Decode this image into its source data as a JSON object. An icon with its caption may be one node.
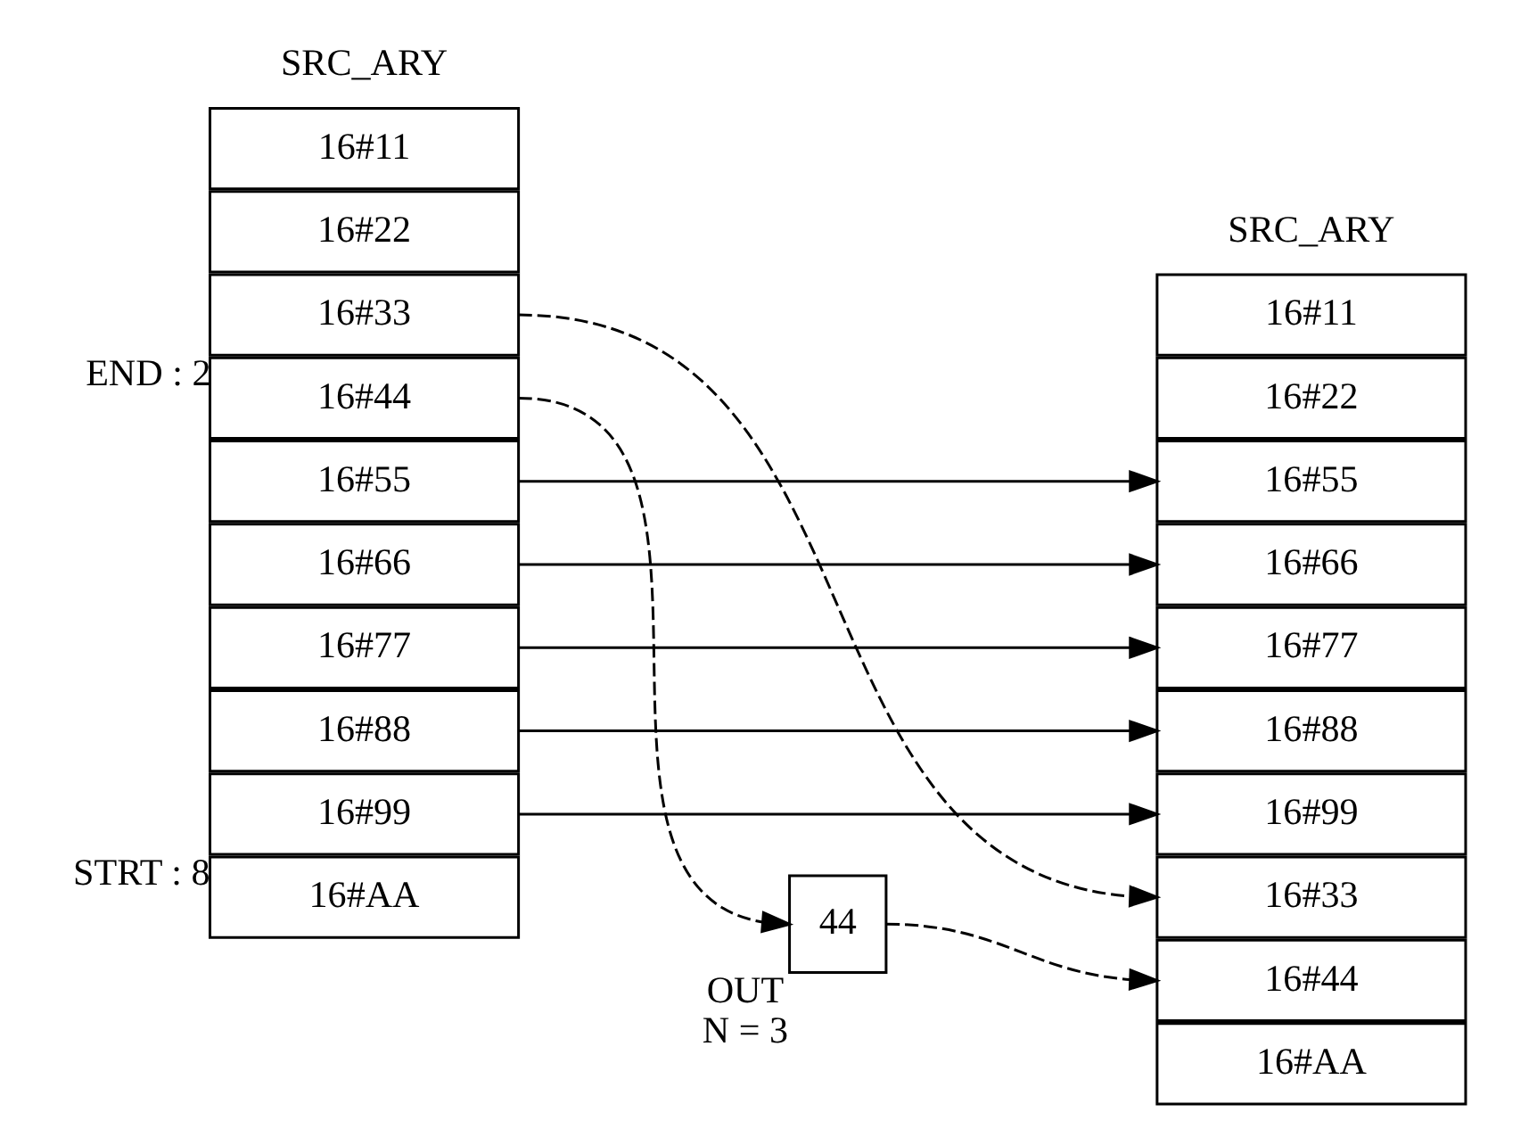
{
  "diagram": {
    "nodes": [
      {
        "text": [
          "16#11"
        ]
      },
      {
        "text": [
          "16#22"
        ]
      },
      {
        "text": [
          "16#33"
        ],
        "beside": [
          "END : 2"
        ]
      },
      {
        "text": [
          "16#44"
        ]
      },
      {
        "text": [
          "16#55"
        ]
      },
      {
        "text": [
          "16#66"
        ]
      },
      {
        "text": [
          "16#77"
        ]
      },
      {
        "text": [
          "16#88"
        ]
      },
      {
        "text": [
          "16#99"
        ],
        "beside": [
          "STRT : 8"
        ]
      },
      {
        "text": [
          "16#AA"
        ]
      },
      {
        "text": [
          "16#11"
        ]
      },
      {
        "text": [
          "16#22"
        ]
      },
      {
        "text": [
          "16#55"
        ]
      },
      {
        "text": [
          "16#66"
        ]
      },
      {
        "text": [
          "16#77"
        ]
      },
      {
        "text": [
          "16#88"
        ]
      },
      {
        "text": [
          "16#99"
        ]
      },
      {
        "text": [
          "16#33"
        ]
      },
      {
        "text": [
          "16#44"
        ]
      },
      {
        "text": [
          "16#AA"
        ]
      },
      {
        "text": [
          "44"
        ],
        "beside": [
          "OUT",
          "N = 3"
        ]
      }
    ],
    "edges": [
      {
        "from": 2,
        "to": 17,
        "arrow": "to",
        "style": "dashed"
      },
      {
        "from": 3,
        "to": 20,
        "arrow": "to",
        "style": "dashed"
      },
      {
        "from": 4,
        "to": 12,
        "arrow": "to"
      },
      {
        "from": 5,
        "to": 13,
        "arrow": "to"
      },
      {
        "from": 6,
        "to": 14,
        "arrow": "to"
      },
      {
        "from": 7,
        "to": 15,
        "arrow": "to"
      },
      {
        "from": 8,
        "to": 16,
        "arrow": "to"
      },
      {
        "from": 20,
        "to": 18,
        "arrow": "to",
        "style": "dashed"
      }
    ],
    "labels": [
      "SRC_ARY",
      "SRC_ARY"
    ]
  }
}
